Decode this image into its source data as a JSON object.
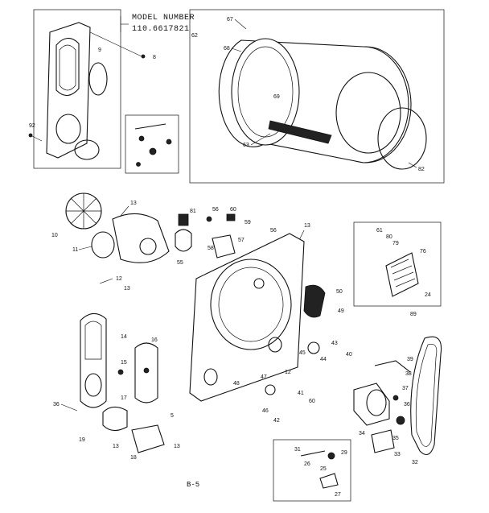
{
  "header": {
    "model_line1": "MODEL NUMBER",
    "model_line2": "110.6617821"
  },
  "page_label": "B-5",
  "callouts": {
    "c8": "8",
    "c9": "9",
    "c67": "67",
    "c68": "68",
    "c62": "62",
    "c63": "63",
    "c69": "69",
    "c82": "82",
    "c92": "92",
    "c10": "10",
    "c11": "11",
    "c13a": "13",
    "c12": "12",
    "c13b": "13",
    "c81": "81",
    "c56a": "56",
    "c60a": "60",
    "c59": "59",
    "c57": "57",
    "c58": "58",
    "c55": "55",
    "c56b": "56",
    "c13c": "13",
    "c14": "14",
    "c16": "16",
    "c36": "36",
    "c17": "17",
    "c15": "15",
    "c18": "18",
    "c19": "19",
    "c13d": "13",
    "c13e": "13",
    "c5": "5",
    "c50": "50",
    "c49": "49",
    "c43": "43",
    "c40": "40",
    "c44": "44",
    "c46": "46",
    "c48": "48",
    "c42": "42",
    "c41": "41",
    "c45": "45",
    "c47": "47",
    "c12b": "12",
    "c60b": "60",
    "c61": "61",
    "c80": "80",
    "c79": "79",
    "c76": "76",
    "c24": "24",
    "c89": "89",
    "c39": "39",
    "c38": "38",
    "c37": "37",
    "c35": "35",
    "c34": "34",
    "c33": "33",
    "c32": "32",
    "c31": "31",
    "c26": "26",
    "c25": "25",
    "c29": "29",
    "c27": "27"
  }
}
